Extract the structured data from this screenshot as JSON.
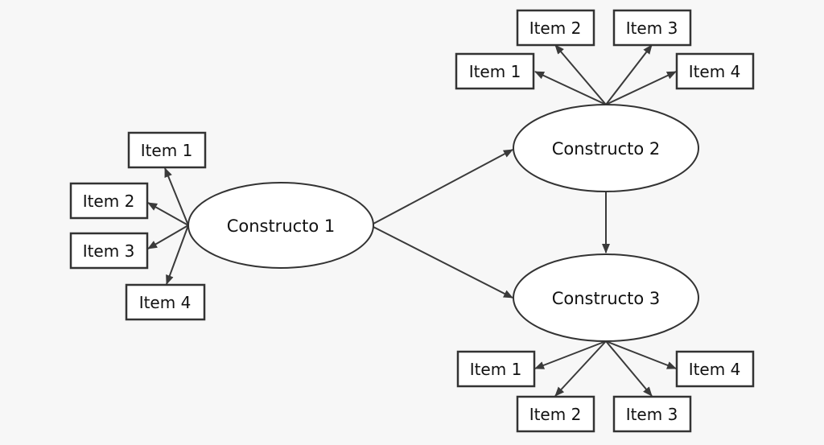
{
  "constructs": {
    "c1": {
      "label": "Constructo 1"
    },
    "c2": {
      "label": "Constructo 2"
    },
    "c3": {
      "label": "Constructo 3"
    }
  },
  "items": {
    "c1": [
      "Item 1",
      "Item 2",
      "Item 3",
      "Item 4"
    ],
    "c2": [
      "Item 1",
      "Item 2",
      "Item 3",
      "Item 4"
    ],
    "c3": [
      "Item 1",
      "Item 2",
      "Item 3",
      "Item 4"
    ]
  },
  "edges": [
    {
      "from": "c1",
      "to": "c2"
    },
    {
      "from": "c1",
      "to": "c3"
    },
    {
      "from": "c2",
      "to": "c3"
    }
  ],
  "colors": {
    "background": "#f7f7f7",
    "stroke": "#333333",
    "fill": "#ffffff"
  }
}
